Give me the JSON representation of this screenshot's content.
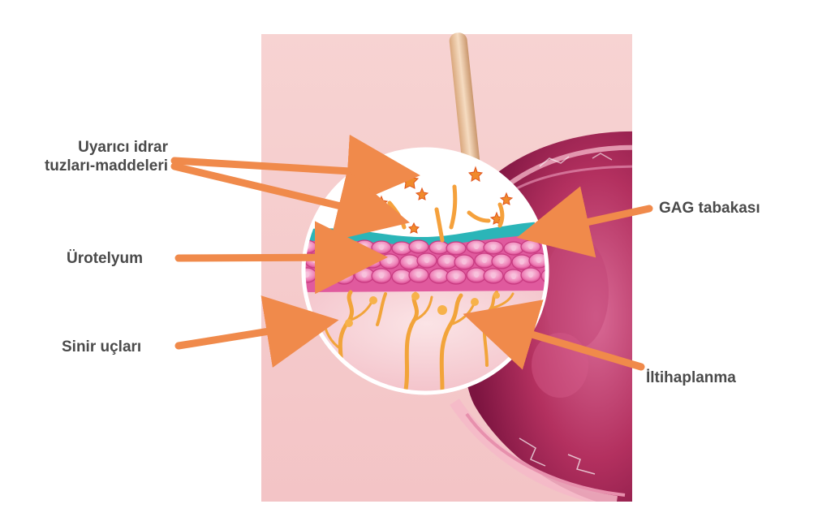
{
  "labels": {
    "stimuli_line1": "Uyarıcı idrar",
    "stimuli_line2": "tuzları-maddeleri",
    "gag": "GAG tabakası",
    "urothelium": "Ürotelyum",
    "nerve_endings": "Sinir uçları",
    "inflammation": "İltihaplanma"
  },
  "colors": {
    "background_panel": "#f6cfcf",
    "arrow": "#f08a4b",
    "gag_layer": "#2bb5b8",
    "urothelium_cells": "#e96aa8",
    "nerves": "#f2a43a",
    "bladder_wall": "#b02a5e",
    "label_text": "#4a4a4a"
  }
}
